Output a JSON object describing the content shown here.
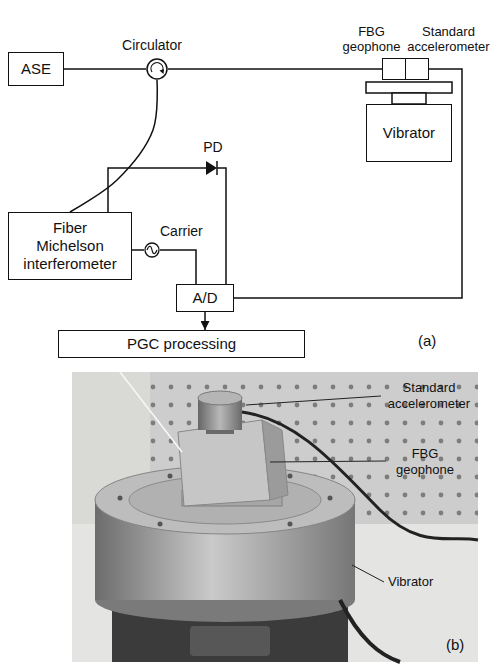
{
  "diagram": {
    "nodes": [
      {
        "text": [
          "FBG geophone"
        ]
      },
      {
        "text": [
          "Standard accelerometer"
        ]
      },
      {
        "text": [
          "ASE"
        ]
      },
      {
        "text": [
          "Circulator"
        ]
      },
      {
        "text": [
          "Vibrator"
        ]
      },
      {
        "text": [
          "PD"
        ]
      },
      {
        "text": [
          "Fiber Michelson interferometer"
        ]
      },
      {
        "text": [
          "Carrier"
        ]
      },
      {
        "text": [
          "A/D"
        ]
      },
      {
        "text": [
          "PGC processing"
        ]
      }
    ],
    "edges": [
      {
        "from": 2,
        "to": 3,
        "arrow": "none"
      },
      {
        "from": 3,
        "to": 0,
        "arrow": "none"
      },
      {
        "from": 3,
        "to": 6,
        "arrow": "none"
      },
      {
        "from": 6,
        "to": 5,
        "arrow": "none"
      },
      {
        "from": 5,
        "to": 8,
        "arrow": "none"
      },
      {
        "from": 6,
        "to": 7,
        "arrow": "none"
      },
      {
        "from": 7,
        "to": 8,
        "arrow": "none"
      },
      {
        "from": 1,
        "to": 8,
        "arrow": "none"
      },
      {
        "from": 8,
        "to": 9,
        "arrow": "to"
      }
    ],
    "labels": [
      "(a)",
      "Standard accelerometer",
      "FBG geophone",
      "Vibrator",
      "(b)"
    ]
  }
}
